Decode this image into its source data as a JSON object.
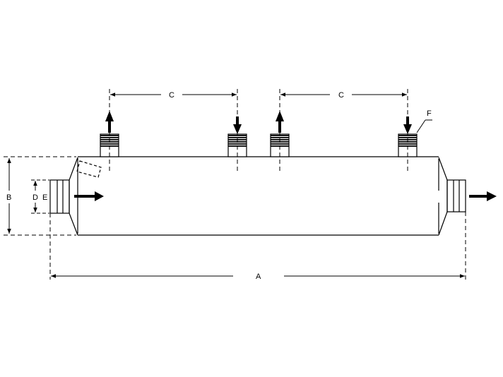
{
  "labels": {
    "A": "A",
    "B": "B",
    "C1": "C",
    "C2": "C",
    "D": "D",
    "E": "E",
    "F": "F"
  },
  "colors": {
    "line": "#000000",
    "background": "#ffffff"
  }
}
